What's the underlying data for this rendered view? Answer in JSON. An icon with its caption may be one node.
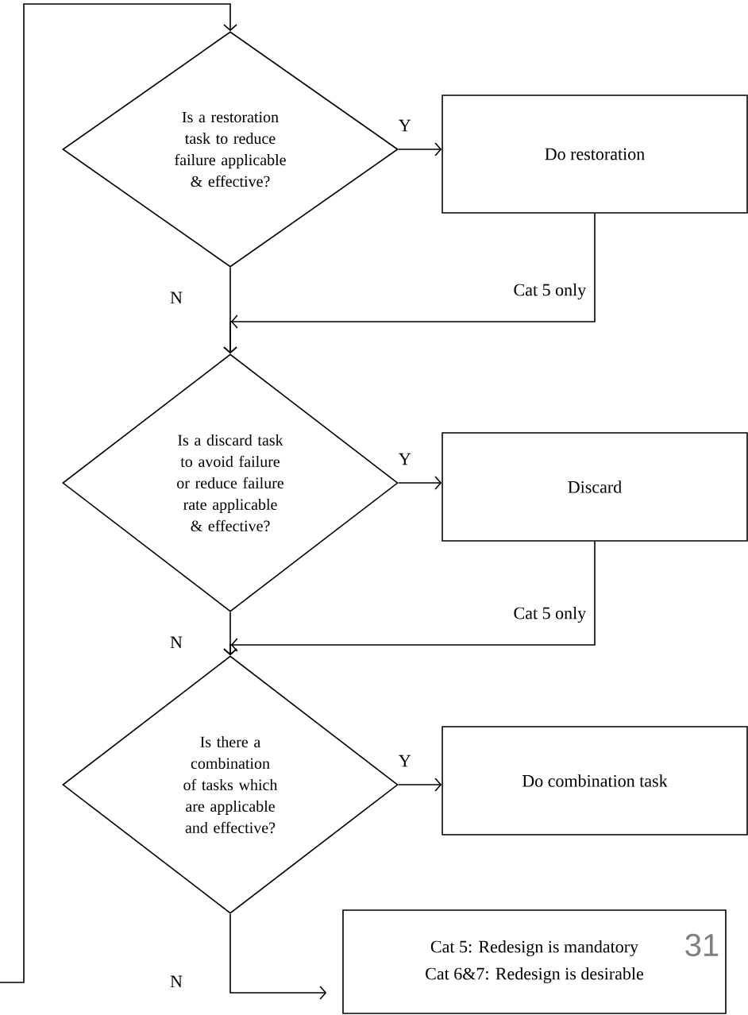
{
  "diagram": {
    "nodes": [
      {
        "text": [
          "Is a restoration task to reduce failure applicable & effective?"
        ]
      },
      {
        "text": [
          "Do restoration"
        ]
      },
      {
        "text": [
          "Is a discard task to avoid failure or reduce failure rate applicable & effective?"
        ]
      },
      {
        "text": [
          "Discard"
        ]
      },
      {
        "text": [
          "Is there a combination of tasks which are applicable and effective?"
        ]
      },
      {
        "text": [
          "Do combination task"
        ]
      },
      {
        "text": [
          "Cat 5: Redesign is mandatory",
          "Cat 6&7: Redesign is desirable"
        ]
      }
    ],
    "edges": [
      {
        "from": null,
        "to": 0,
        "arrow": "to"
      },
      {
        "from": 0,
        "to": 1,
        "arrow": "to",
        "label": "Y"
      },
      {
        "from": 0,
        "to": 2,
        "arrow": "to",
        "label": "N"
      },
      {
        "from": 1,
        "to": 2,
        "arrow": "to",
        "label": "Cat 5 only"
      },
      {
        "from": 2,
        "to": 3,
        "arrow": "to",
        "label": "Y"
      },
      {
        "from": 2,
        "to": 4,
        "arrow": "to",
        "label": "N"
      },
      {
        "from": 3,
        "to": 4,
        "arrow": "to",
        "label": "Cat 5 only"
      },
      {
        "from": 4,
        "to": 5,
        "arrow": "to",
        "label": "Y"
      },
      {
        "from": 4,
        "to": 6,
        "arrow": "to",
        "label": "N"
      }
    ],
    "labels": [
      "31"
    ]
  }
}
